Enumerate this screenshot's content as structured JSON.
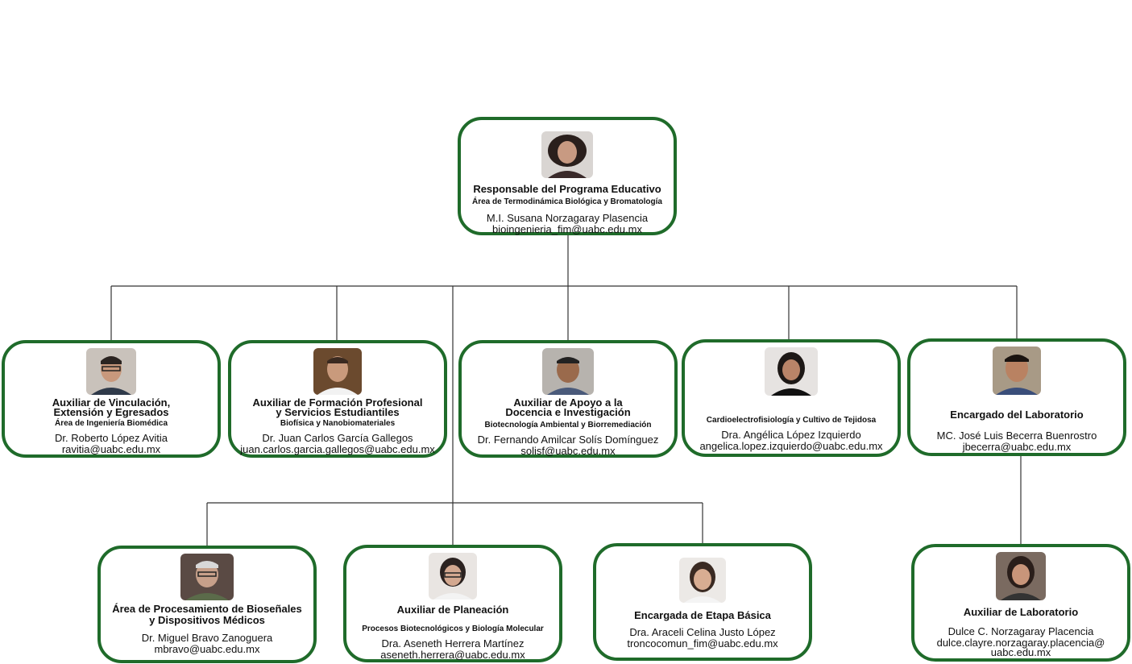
{
  "colors": {
    "border": "#1f6b2a",
    "line": "#333333"
  },
  "nodes": {
    "top": {
      "title": "Responsable del Programa Educativo",
      "dept": "Área de Termodinámica Biológica y Bromatología",
      "person": "M.I. Susana Norzagaray Plasencia",
      "email": "bioingenieria_fim@uabc.edu.mx"
    },
    "vinculacion": {
      "title_l1": "Auxiliar de Vinculación,",
      "title_l2": "Extensión y Egresados",
      "dept": "Área de Ingeniería Biomédica",
      "person": "Dr. Roberto López Avitia",
      "email": "ravitia@uabc.edu.mx"
    },
    "formacion": {
      "title_l1": "Auxiliar de Formación Profesional",
      "title_l2": "y Servicios Estudiantiles",
      "dept": "Biofísica y Nanobiomateriales",
      "person": "Dr. Juan Carlos García Gallegos",
      "email": "juan.carlos.garcia.gallegos@uabc.edu.mx"
    },
    "docencia": {
      "title_l1": "Auxiliar de Apoyo a la",
      "title_l2": "Docencia e Investigación",
      "dept": "Biotecnología Ambiental  y Biorremediación",
      "person": "Dr. Fernando Amilcar Solís Domínguez",
      "email": "solisf@uabc.edu.mx"
    },
    "cardio": {
      "dept": "Cardioelectrofisiología y Cultivo de Tejidosa",
      "person": "Dra. Angélica López Izquierdo",
      "email": "angelica.lopez.izquierdo@uabc.edu.mx"
    },
    "laboratorio": {
      "title": "Encargado del Laboratorio",
      "person": "MC. José Luis Becerra Buenrostro",
      "email": "jbecerra@uabc.edu.mx"
    },
    "bioseniales": {
      "title_l1": "Área de Procesamiento de Bioseñales",
      "title_l2": "y Dispositivos Médicos",
      "person": "Dr. Miguel Bravo Zanoguera",
      "email": "mbravo@uabc.edu.mx"
    },
    "planeacion": {
      "title": "Auxiliar de Planeación",
      "dept": "Procesos Biotecnológicos y Biología Molecular",
      "person": "Dra. Aseneth Herrera Martínez",
      "email": "aseneth.herrera@uabc.edu.mx"
    },
    "etapa": {
      "title": "Encargada de Etapa Básica",
      "person": "Dra. Araceli Celina Justo López",
      "email": "troncocomun_fim@uabc.edu.mx"
    },
    "aux_lab": {
      "title": "Auxiliar de Laboratorio",
      "person": "Dulce C. Norzagaray Placencia",
      "email_l1": "dulce.clayre.norzagaray.placencia@",
      "email_l2": "uabc.edu.mx"
    }
  }
}
